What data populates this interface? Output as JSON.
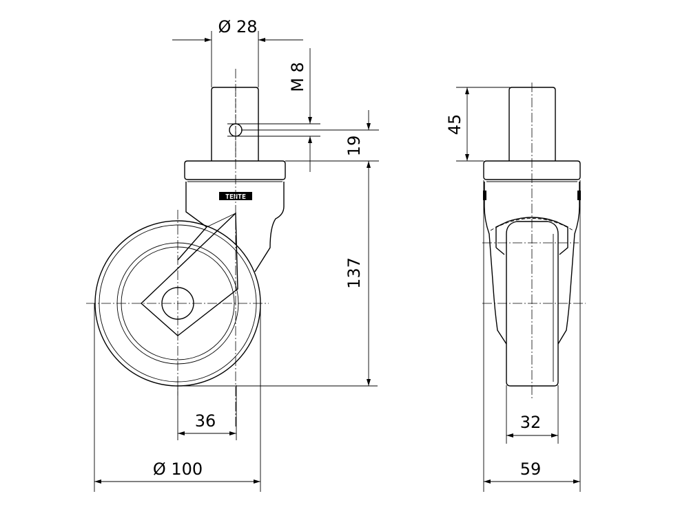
{
  "drawing": {
    "logo": "TENTE",
    "dimensions": {
      "stem_diameter": "Ø 28",
      "thread": "M 8",
      "hole_offset": "19",
      "stem_height": "45",
      "total_height": "137",
      "swivel_offset": "36",
      "wheel_diameter": "Ø 100",
      "wheel_width": "32",
      "housing_width": "59"
    }
  }
}
